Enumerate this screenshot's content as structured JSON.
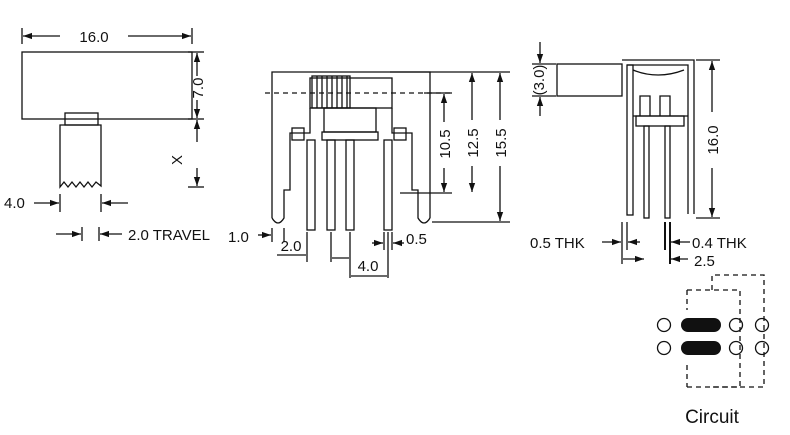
{
  "dimensions": {
    "width_16_0": "16.0",
    "height_7_0": "7.0",
    "x_label": "X",
    "left_4_0": "4.0",
    "travel": "2.0 TRAVEL",
    "front_1_0": "1.0",
    "front_2_0": "2.0",
    "front_4_0": "4.0",
    "front_0_5": "0.5",
    "h_10_5": "10.5",
    "h_12_5": "12.5",
    "h_15_5": "15.5",
    "side_3_0": "(3.0)",
    "side_16_0": "16.0",
    "thk_0_5": "0.5  THK",
    "thk_0_4": "0.4  THK",
    "side_2_5": "2.5"
  },
  "circuit": {
    "label": "Circuit"
  },
  "colors": {
    "line": "#111111",
    "background": "#ffffff"
  }
}
